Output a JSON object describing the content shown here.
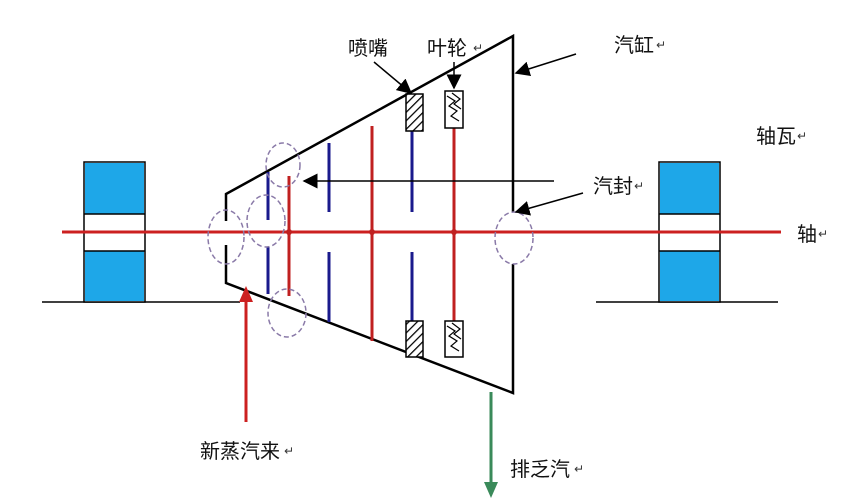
{
  "labels": {
    "nozzle": "喷嘴",
    "impeller": "叶轮",
    "cylinder": "汽缸",
    "bearing": "轴瓦",
    "seal": "汽封",
    "shaft": "轴",
    "steam_in": "新蒸汽来",
    "steam_out": "排乏汽",
    "return_mark": "↵"
  },
  "colors": {
    "shaft": "#cc2020",
    "blade_red": "#c02020",
    "blade_blue": "#1a1a8c",
    "bearing_fill": "#1ea7e8",
    "outline": "#000000",
    "seal_circle": "#8a7aa8",
    "steam_in_arrow": "#cc2020",
    "steam_out_arrow": "#3a8a5a"
  }
}
